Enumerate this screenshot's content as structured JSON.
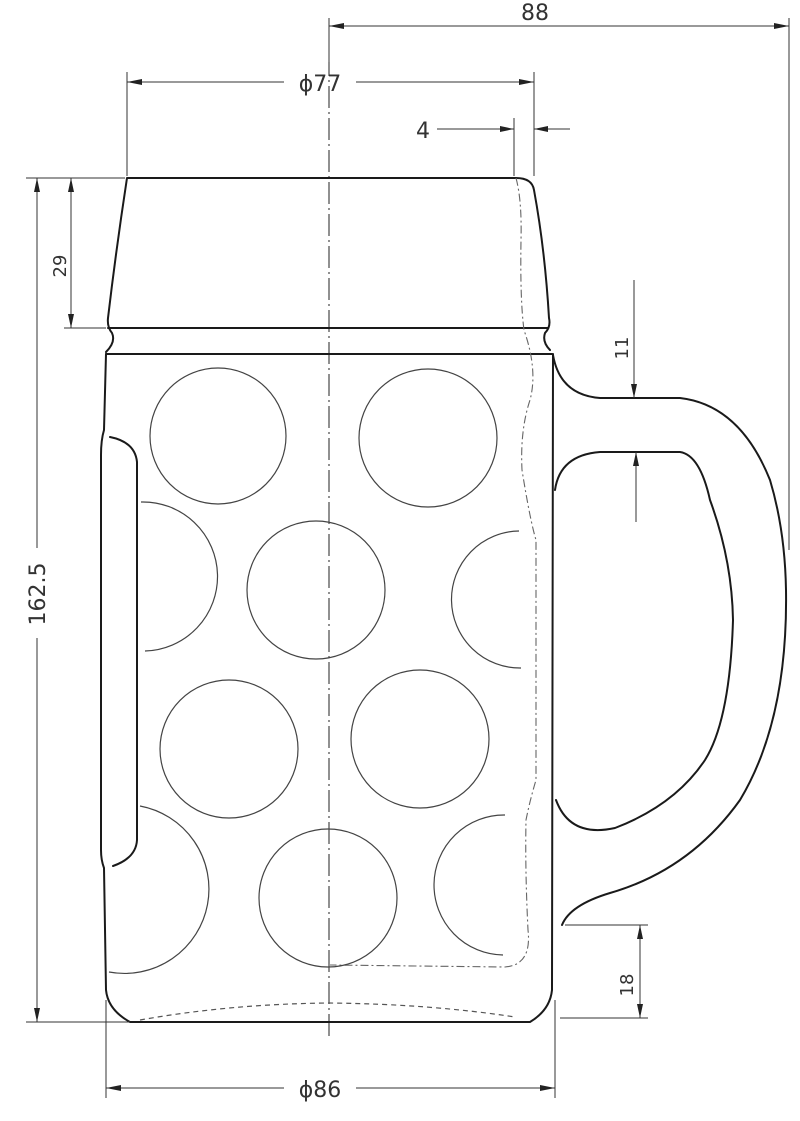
{
  "drawing": {
    "subject": "Beer mug (Maßkrug) technical drawing",
    "units": "mm",
    "line_color": "#1a1a1a",
    "background": "#ffffff"
  },
  "dimensions": {
    "handle_extent": "88",
    "top_diameter": "ϕ77",
    "wall_thickness": "4",
    "lip_height": "29",
    "total_height": "162.5",
    "handle_thickness": "11",
    "handle_base_offset": "18",
    "bottom_diameter": "ϕ86"
  }
}
